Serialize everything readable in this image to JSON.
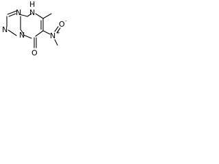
{
  "molecule": {
    "atoms": {
      "n_ring_top": "N",
      "nh_h": "H",
      "nh_n": "N",
      "n_ring_left": "N",
      "n_bridge": "N",
      "n_nitro": "N",
      "nitro_plus": "+",
      "o_top": "O",
      "o_minus": "-",
      "o_carbonyl": "O"
    },
    "colors": {
      "bond": "#000000",
      "text": "#000000",
      "background": "#ffffff"
    }
  }
}
